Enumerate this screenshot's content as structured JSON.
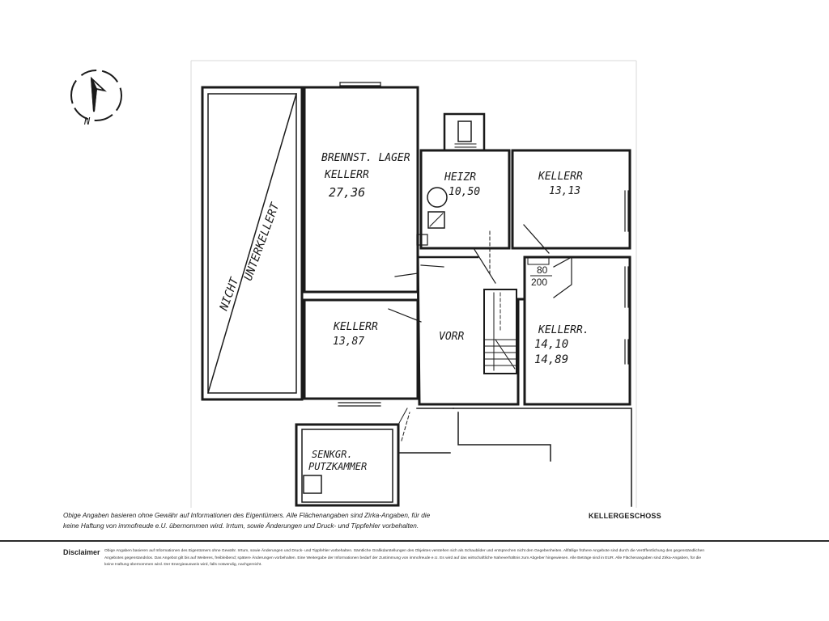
{
  "plan": {
    "compass_letter": "N",
    "rooms": {
      "brennstoff_line1": "BRENNST. LAGER",
      "brennstoff_line2": "KELLERR",
      "brennstoff_area": "27,36",
      "heizung_label": "HEIZR",
      "heizung_area": "10,50",
      "keller_nordost_label": "KELLERR",
      "keller_nordost_area": "13,13",
      "keller_sued_label": "KELLERR",
      "keller_sued_area": "13,87",
      "vorraum_label": "VORR",
      "keller_ost_label": "KELLERR.",
      "keller_ost_area1": "14,10",
      "keller_ost_area2": "14,89",
      "senkgrube_line1": "SENKGR.",
      "senkgrube_line2": "PUTZKAMMER",
      "nicht_unterkellert_word1": "NICHT",
      "nicht_unterkellert_word2": "UNTERKELLERT"
    },
    "door_dimension_top": "80",
    "door_dimension_bottom": "200"
  },
  "caption": {
    "text": "Obige Angaben basieren ohne Gewähr auf Informationen des Eigentümers. Alle Flächenangaben sind Zirka-Angaben, für die keine Haftung von immofreude e.U. übernommen wird. Irrtum, sowie Änderungen und Druck- und Tippfehler vorbehalten."
  },
  "floor_title": "KELLERGESCHOSS",
  "disclaimer": {
    "label": "Disclaimer",
    "text": "Obige Angaben basieren auf Informationen des Eigentümers ohne Gewähr. Irrtum, sowie Änderungen und Druck- und Tippfehler vorbehalten. Sämtliche Grafikdarstellungen des Objektes verstehen sich als Schaubilder und entsprechen nicht den Gegebenheiten. Allfällige frühere Angebote sind durch die Veröffentlichung des gegenständlichen Angebotes gegenstandslos. Das Angebot gilt bis auf Weiteres, freibleibend; spätere Änderungen vorbehalten. Eine Weitergabe der Informationen bedarf der Zustimmung von immofreude e.U. Es wird auf das wirtschaftliche Naheverhältnis zum Abgeber hingewiesen. Alle Beträge sind in EUR. Alle Flächenangaben sind Zirka-Angaben, für die keine Haftung übernommen wird. Der Energieausweis wird, falls notwendig, nachgereicht."
  }
}
